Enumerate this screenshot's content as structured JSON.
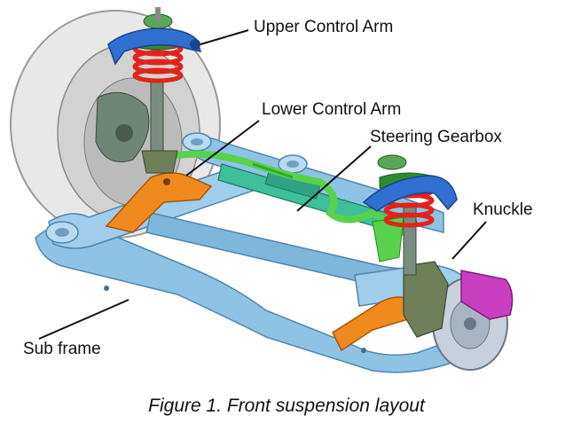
{
  "labels": {
    "upper_control_arm": "Upper Control Arm",
    "lower_control_arm": "Lower Control Arm",
    "steering_gearbox": "Steering Gearbox",
    "knuckle": "Knuckle",
    "sub_frame": "Sub frame"
  },
  "caption": "Figure 1. Front suspension layout",
  "colors": {
    "subframe": "#8ec3e6",
    "subframe_dark": "#5f9cc4",
    "tire": "#e6e6e6",
    "spring": "#e2231a",
    "upper_arm": "#2f6fd0",
    "lower_arm": "#f08a1f",
    "steering": "#3fbf9a",
    "stabilizer": "#58d24a",
    "knuckle": "#6e7f5a",
    "caliper": "#c93fc0",
    "rotor": "#bfc8d4"
  }
}
